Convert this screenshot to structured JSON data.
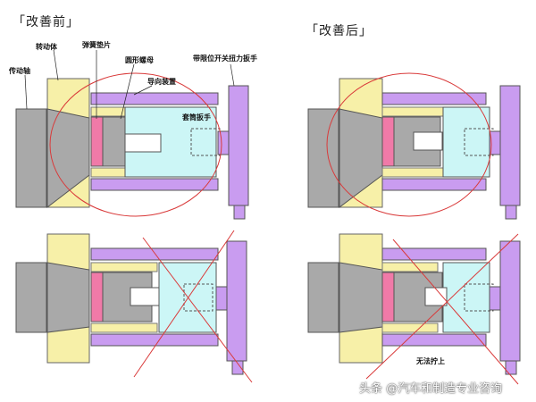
{
  "titles": {
    "before": "「改善前」",
    "after": "「改善后」"
  },
  "labels": {
    "drive_shaft": "传动轴",
    "rotor": "转动体",
    "spring_washer": "弹簧垫片",
    "round_nut": "圆形螺母",
    "guide_device": "导向装置",
    "socket_wrench": "套筒扳手",
    "torque_wrench": "带限位开关扭力扳手",
    "cannot_tighten": "无法拧上"
  },
  "watermark": "头条 @汽车和制造专业咨询",
  "colors": {
    "gray": "#a9a9a9",
    "yellow": "#f7f0a8",
    "purple": "#c99cf0",
    "pink": "#f07aa8",
    "cyan": "#ccf6f6",
    "red": "#d93a3a"
  }
}
